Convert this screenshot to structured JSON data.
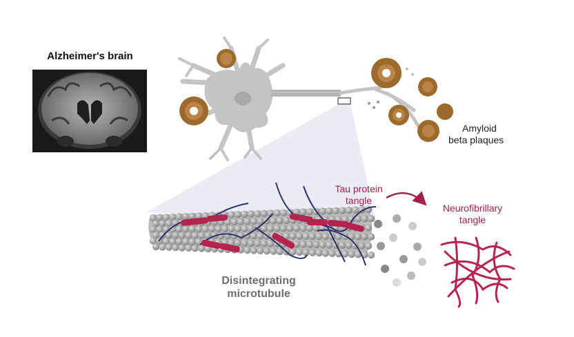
{
  "labels": {
    "brain_title": "Alzheimer's brain",
    "amyloid_line1": "Amyloid",
    "amyloid_line2": "beta plaques",
    "tau_line1": "Tau protein",
    "tau_line2": "tangle",
    "nft_line1": "Neurofibrillary",
    "nft_line2": "tangle",
    "micro_line1": "Disintegrating",
    "micro_line2": "microtubule"
  },
  "colors": {
    "tau": "#b5234f",
    "tau_text": "#a3214b",
    "plaque": "#9c6a2a",
    "neuron": "#c4c4c4",
    "tubulin": "#9a9a9a",
    "fiber": "#2f2f6a",
    "caption_gray": "#6e6e6e",
    "wedge": "#e7e8f1"
  },
  "icons": {
    "mri": "mri-coronal-slice-icon",
    "neuron": "neuron-icon",
    "plaque": "amyloid-plaque-icon",
    "microtubule": "microtubule-icon",
    "tangle": "neurofibrillary-tangle-icon",
    "arrow": "curved-arrow-icon"
  }
}
